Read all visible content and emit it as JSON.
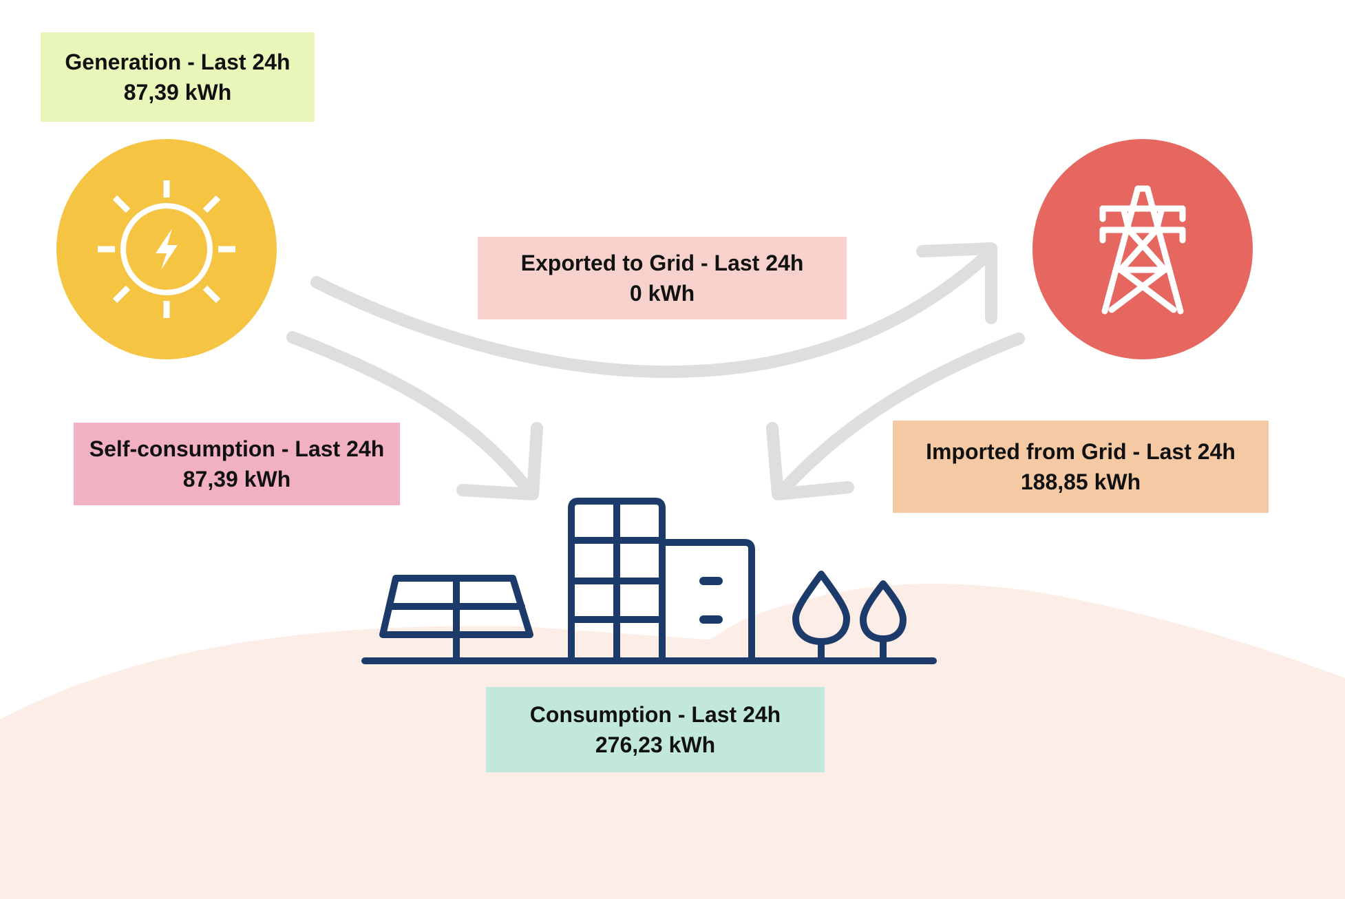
{
  "colors": {
    "generation_bg": "#e8f6b9",
    "export_bg": "#f7d2cd",
    "self_consumption_bg": "#f2b1c2",
    "import_bg": "#f5c9a4",
    "consumption_bg": "#c2e8de",
    "sun_circle": "#f5c443",
    "grid_circle": "#e5675f",
    "arrow": "#dedede",
    "icon_navy": "#1c3b6b",
    "ground": "#fcede6"
  },
  "icons": {
    "sun": "sun-with-lightning-icon",
    "grid": "transmission-tower-icon",
    "site": "solar-panel-building-trees-icon"
  },
  "generation": {
    "title": "Generation - Last 24h",
    "value": "87,39 kWh"
  },
  "exported": {
    "title": "Exported to Grid - Last 24h",
    "value": "0 kWh"
  },
  "self_consumption": {
    "title": "Self-consumption - Last 24h",
    "value": "87,39 kWh"
  },
  "imported": {
    "title": "Imported from Grid - Last 24h",
    "value": "188,85 kWh"
  },
  "consumption": {
    "title": "Consumption - Last 24h",
    "value": "276,23 kWh"
  }
}
